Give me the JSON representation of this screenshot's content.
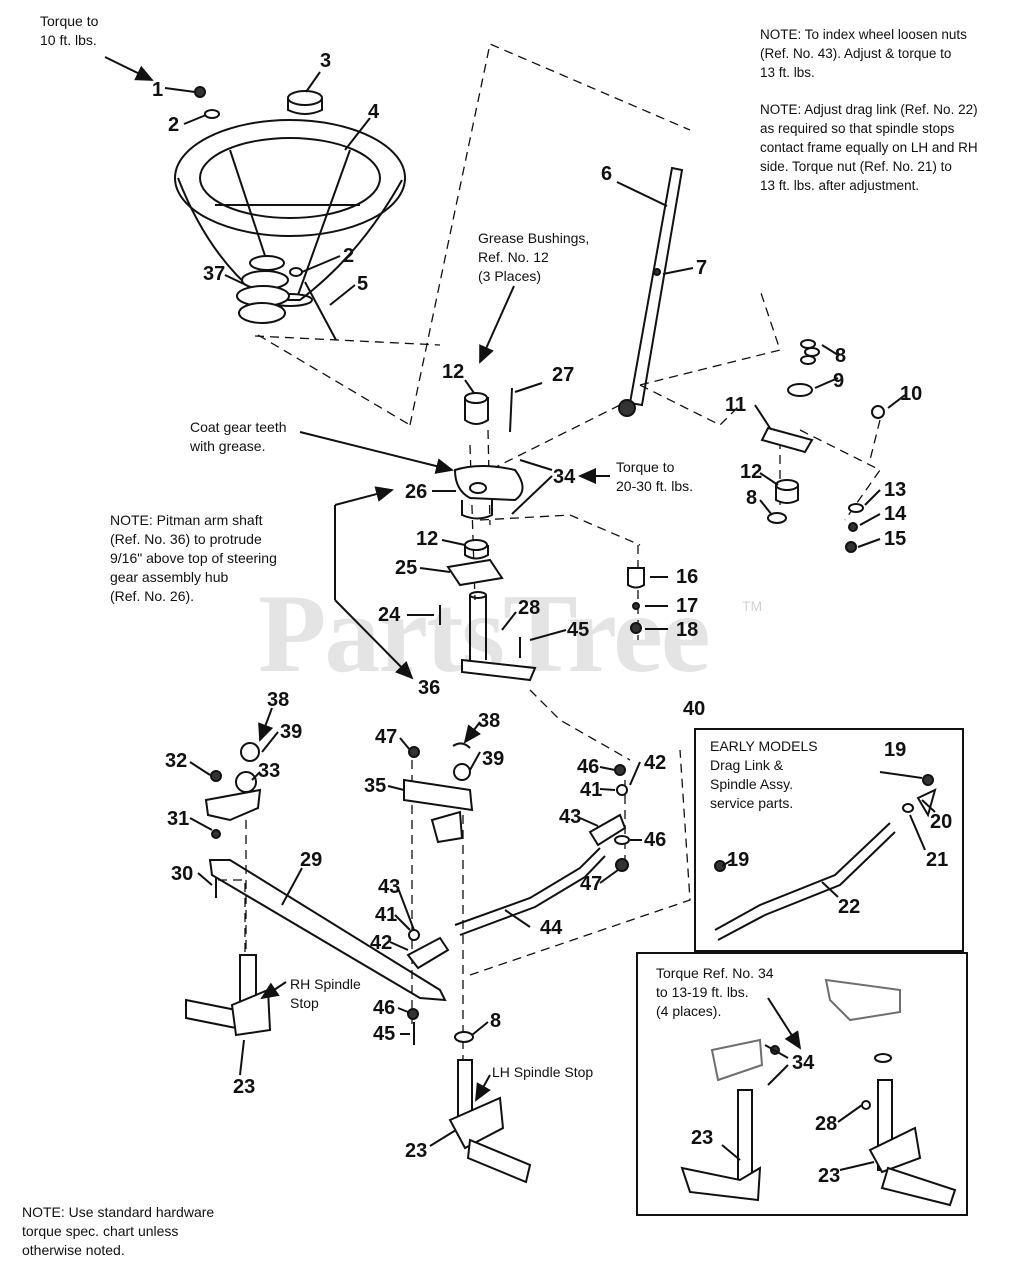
{
  "notes": {
    "torque_top_left": "Torque to\n10 ft. lbs.",
    "index_wheel": "NOTE: To index wheel loosen nuts\n(Ref. No. 43). Adjust & torque to\n13 ft. lbs.",
    "drag_link": "NOTE: Adjust drag link (Ref. No. 22)\nas required so that spindle stops\ncontact frame equally on LH and RH\nside. Torque nut (Ref. No. 21) to\n13 ft. lbs. after adjustment.",
    "grease_bushings": "Grease Bushings,\nRef. No. 12\n(3 Places)",
    "coat_gear": "Coat gear teeth\nwith grease.",
    "torque_34": "Torque to\n20-30 ft. lbs.",
    "pitman": "NOTE: Pitman arm shaft\n(Ref. No. 36) to protrude\n9/16\" above top of steering\ngear assembly hub\n(Ref. No. 26).",
    "early_models": "EARLY MODELS\nDrag Link &\nSpindle Assy.\nservice parts.",
    "rh_spindle": "RH Spindle\nStop",
    "lh_spindle": "LH Spindle Stop",
    "torque_ref34": "Torque Ref. No. 34\nto 13-19 ft. lbs.\n(4 places).",
    "standard_hw": "NOTE: Use standard hardware\ntorque spec. chart unless\notherwise noted."
  },
  "watermark": {
    "text": "PartsTree",
    "tm": "TM"
  },
  "part_numbers": {
    "n1": "1",
    "n2a": "2",
    "n2b": "2",
    "n3": "3",
    "n4": "4",
    "n5": "5",
    "n6": "6",
    "n7": "7",
    "n8a": "8",
    "n8b": "8",
    "n8c": "8",
    "n9": "9",
    "n10": "10",
    "n11": "11",
    "n12a": "12",
    "n12b": "12",
    "n12c": "12",
    "n13": "13",
    "n14": "14",
    "n15": "15",
    "n16": "16",
    "n17": "17",
    "n18": "18",
    "n19a": "19",
    "n19b": "19",
    "n20": "20",
    "n21": "21",
    "n22": "22",
    "n23a": "23",
    "n23b": "23",
    "n23c": "23",
    "n23d": "23",
    "n24": "24",
    "n25": "25",
    "n26": "26",
    "n27": "27",
    "n28a": "28",
    "n28b": "28",
    "n29": "29",
    "n30": "30",
    "n31": "31",
    "n32": "32",
    "n33": "33",
    "n34a": "34",
    "n34b": "34",
    "n35": "35",
    "n36": "36",
    "n37": "37",
    "n38a": "38",
    "n38b": "38",
    "n39a": "39",
    "n39b": "39",
    "n40": "40",
    "n41a": "41",
    "n41b": "41",
    "n42a": "42",
    "n42b": "42",
    "n43a": "43",
    "n43b": "43",
    "n44": "44",
    "n45a": "45",
    "n45b": "45",
    "n46a": "46",
    "n46b": "46",
    "n46c": "46",
    "n47a": "47",
    "n47b": "47"
  }
}
